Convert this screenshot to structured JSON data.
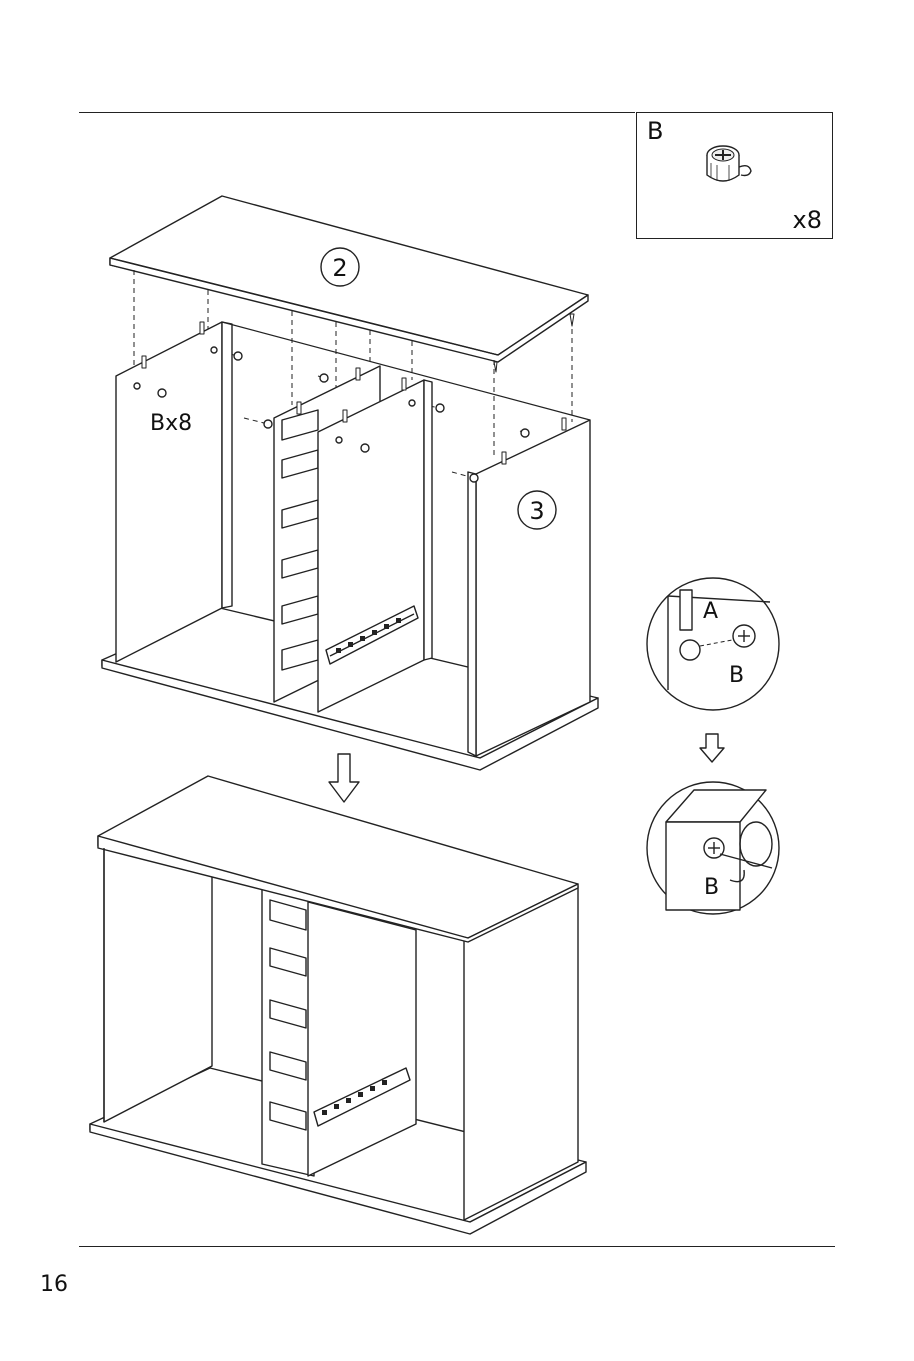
{
  "page": {
    "number": "16"
  },
  "parts_box": {
    "letter": "B",
    "count": "x8",
    "icon": "cam-lock-icon"
  },
  "step_top": {
    "callout_2": "2",
    "callout_3": "3",
    "quantity_label": "Bx8"
  },
  "detail": {
    "label_a": "A",
    "label_b_upper": "B",
    "label_b_lower": "B"
  },
  "colors": {
    "line": "#222222",
    "panel": "#ffffff"
  }
}
